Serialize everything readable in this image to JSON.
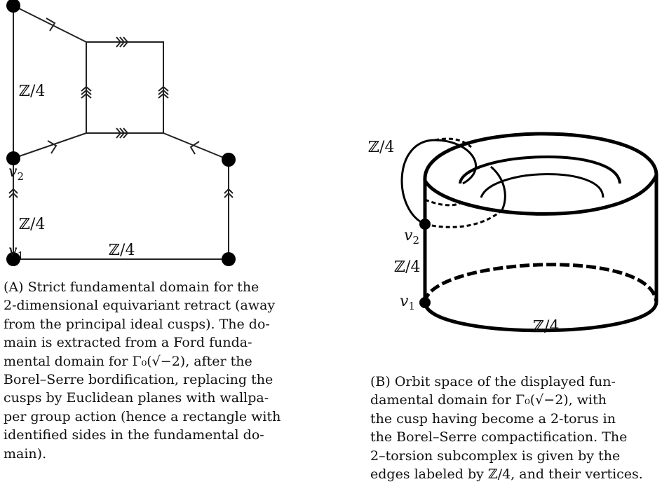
{
  "panel_a": {
    "label_z4_top": "ℤ/4",
    "label_z4_left": "ℤ/4",
    "label_z4_bottom": "ℤ/4",
    "label_v2": "v",
    "label_v2_sub": "2",
    "label_v1": "v",
    "label_v1_sub": "1",
    "caption_tag": "(A)",
    "caption_lines": [
      "Strict fundamental domain for the",
      "2-dimensional equivariant retract (away",
      "from the principal ideal cusps). The do-",
      "main is extracted from a Ford funda-",
      "mental domain for Γ₀(√−2), after the",
      "Borel–Serre bordification, replacing the",
      "cusps by Euclidean planes with wallpa-",
      "per group action (hence a rectangle with",
      "identified sides in the fundamental do-",
      "main)."
    ]
  },
  "panel_b": {
    "label_z4_top": "ℤ/4",
    "label_z4_left": "ℤ/4",
    "label_z4_bottom": "ℤ/4",
    "label_v2": "v",
    "label_v2_sub": "2",
    "label_v1": "v",
    "label_v1_sub": "1",
    "caption_tag": "(B)",
    "caption_lines": [
      "Orbit space of the displayed fun-",
      "damental domain for Γ₀(√−2), with",
      "the cusp having become a 2-torus in",
      "the Borel–Serre compactification. The",
      "2–torsion subcomplex is given by the",
      "edges labeled by ℤ/4, and their vertices."
    ]
  }
}
